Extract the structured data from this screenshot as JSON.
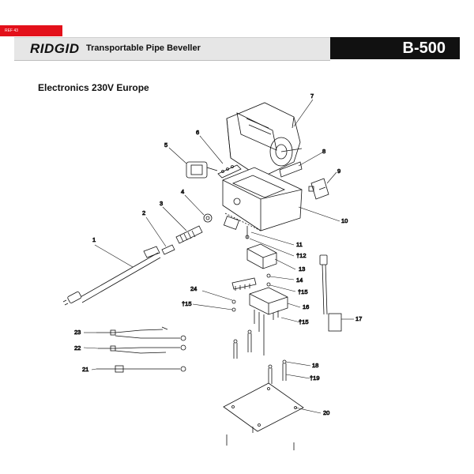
{
  "ref_tag": "REF 43",
  "brand": "RIDGID",
  "product_title": "Transportable Pipe Beveller",
  "model": "B-500",
  "section_title": "Electronics 230V Europe",
  "callouts": {
    "c1": "1",
    "c2": "2",
    "c3": "3",
    "c4": "4",
    "c5": "5",
    "c6": "6",
    "c7": "7",
    "c8": "8",
    "c9": "9",
    "c10": "10",
    "c11": "11",
    "c12": "†12",
    "c13": "13",
    "c14": "14",
    "c15a": "†15",
    "c15b": "†15",
    "c15c": "†15",
    "c16": "16",
    "c17": "17",
    "c18": "18",
    "c19": "†19",
    "c20": "20",
    "c21": "21",
    "c22": "22",
    "c23": "23",
    "c24": "24"
  }
}
